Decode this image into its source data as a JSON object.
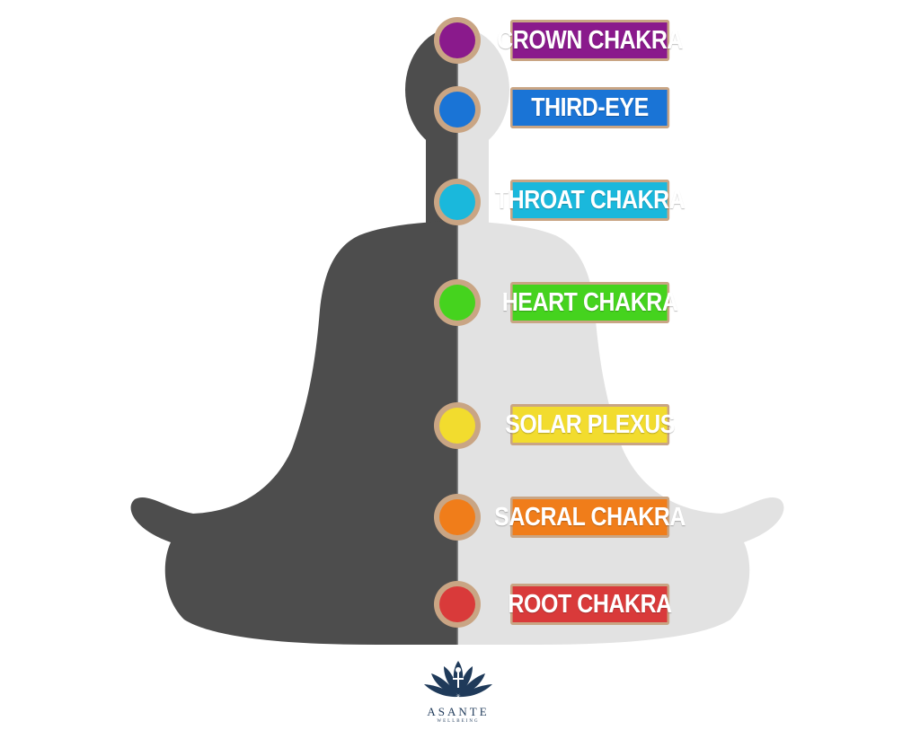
{
  "chakras": [
    {
      "label": "CROWN CHAKRA",
      "color": "#8a1a8c"
    },
    {
      "label": "THIRD-EYE",
      "color": "#1a74d6"
    },
    {
      "label": "THROAT CHAKRA",
      "color": "#1ab8dc"
    },
    {
      "label": "HEART CHAKRA",
      "color": "#45d31e"
    },
    {
      "label": "SOLAR PLEXUS",
      "color": "#f2dc2e"
    },
    {
      "label": "SACRAL CHAKRA",
      "color": "#f07d1a"
    },
    {
      "label": "ROOT CHAKRA",
      "color": "#d93a3a"
    }
  ],
  "colors": {
    "body_dark": "#4d4d4d",
    "body_light": "#e2e2e2",
    "ring": "#c9a584",
    "logo": "#1f3a5a"
  },
  "logo": {
    "name": "ASANTE",
    "subtitle": "WELLBEING"
  }
}
